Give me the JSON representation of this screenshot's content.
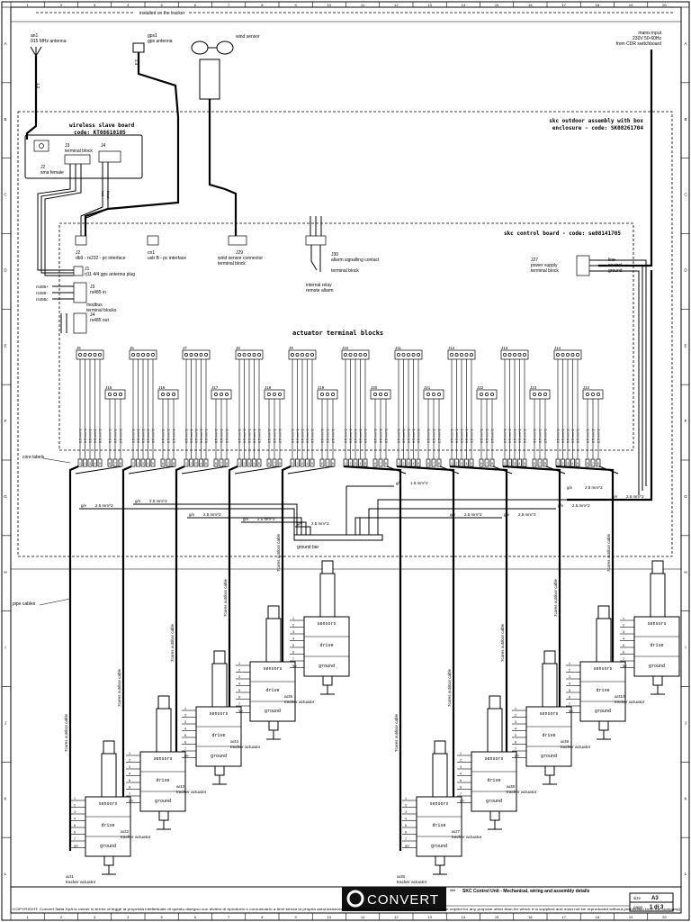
{
  "header": {
    "installed_note": "installed on the tracker",
    "col_numbers": [
      "1",
      "2",
      "3",
      "4",
      "5",
      "6",
      "7",
      "8",
      "9",
      "10",
      "11",
      "12",
      "13",
      "14",
      "15",
      "16",
      "17",
      "18",
      "19",
      "20"
    ],
    "row_letters": [
      "A",
      "B",
      "C",
      "D",
      "E",
      "F",
      "G",
      "H",
      "I",
      "J",
      "K",
      "L"
    ]
  },
  "top": {
    "ant1_ref": "an1",
    "ant1_desc": "915 MHz antenna",
    "gps_ref": "gps1",
    "gps_desc": "gps antenna",
    "wind_label": "wind sensor",
    "mains_l1": "mains input",
    "mains_l2": "230V 50-60Hz",
    "mains_l3": "from CDR switchboard",
    "cable_ant": "1.2",
    "cable_gps": "1.4"
  },
  "wireless_board": {
    "title": "wireless slave board",
    "code": "code: KT08610105",
    "j3": "J3",
    "j3_desc": "terminal block",
    "j4": "J4",
    "j2": "J2",
    "j2_desc": "sma female",
    "tag_red": "red",
    "tag_blk": "black"
  },
  "enclosure": {
    "title": "skc outdoor assembly with box",
    "code": "enclosure - code: SK08261704"
  },
  "control_board": {
    "title": "skc control board - code: se08141705",
    "j2": "J2",
    "j2_desc": "db9 - rs232 - pc interface",
    "cn1": "cn1",
    "cn1_desc": "usb B - pc interface",
    "j29": "J29",
    "j29_desc1": "wind sensor connector",
    "j29_desc2": "terminal block",
    "j30": "J30",
    "j30_desc1": "allarm signalling contact",
    "j30_desc2": "terminal block",
    "relay1": "internal relay",
    "relay2": "remote allarm",
    "j1": "J1",
    "j1_desc": "rj11 4/4 gps antenna  plug",
    "j3": "J3",
    "j3_desc": "rs485 in",
    "modbus1": "modbus",
    "modbus2": "terminal blocks",
    "j4": "J4",
    "j4_desc": "rs485 out",
    "rs485": [
      "rs485+",
      "rs485-",
      "rs485c"
    ],
    "j27": "J27",
    "j27_desc1": "power supply",
    "j27_desc2": "terminal block",
    "power": [
      "line",
      "neutral",
      "ground"
    ],
    "actuator_title": "actuator terminal blocks",
    "upper_blocks": [
      "J5",
      "J6",
      "J7",
      "J8",
      "J9",
      "J10",
      "J11",
      "J12",
      "J13",
      "J14"
    ],
    "lower_blocks": [
      "J15",
      "J16",
      "J17",
      "J18",
      "J19",
      "J20",
      "J21",
      "J22",
      "J23",
      "J24"
    ],
    "wire_size": "0.5 mm^2",
    "wire_size_big": "2.5 mm^2"
  },
  "wiring": {
    "core_labels": "core labels",
    "ground_bar": "ground bar",
    "pipe_cables": "pipe cables",
    "gv": "g/v",
    "s1": "2.5 mm^2",
    "s2": "1.5 mm^2",
    "outdoor_cable": "7cores outdoor cable",
    "pin_nums": [
      "1",
      "2",
      "3",
      "4",
      "5",
      "6",
      "7",
      "8"
    ],
    "pin_gv": "g/v"
  },
  "actuators": [
    {
      "ref": "act1",
      "desc": "tracker actuator"
    },
    {
      "ref": "act2",
      "desc": "tracker actuator"
    },
    {
      "ref": "act3",
      "desc": "tracker actuator"
    },
    {
      "ref": "act4",
      "desc": "tracker actuator"
    },
    {
      "ref": "act5",
      "desc": "tracker actuator"
    },
    {
      "ref": "act6",
      "desc": "tracker actuator"
    },
    {
      "ref": "act7",
      "desc": "tracker actuator"
    },
    {
      "ref": "act8",
      "desc": "tracker actuator"
    },
    {
      "ref": "act9",
      "desc": "tracker actuator"
    },
    {
      "ref": "act10",
      "desc": "tracker actuator"
    }
  ],
  "actuator_parts": {
    "sensors": "sensors",
    "drive": "drive",
    "ground": "ground"
  },
  "title_block": {
    "logo": "CONVERT",
    "title_label": "title",
    "title": "SKC Control Unit - Mechanical, wiring and assembly details",
    "size_label": "size",
    "size": "A3",
    "page_label": "page",
    "page": "1 di 3",
    "copyright": "COPYRIGHT: Convert Italia SpA is owner in terms of legge la proprietà intellettuale di questo disegno con divieto di riprodurlo o comunicarlo a terzi senza la propria autorizzazione (this proprietary rights to this drawing which must not be copied for any purpose other than for which it is supplied and must not be reproduced without permission from the company)"
  }
}
